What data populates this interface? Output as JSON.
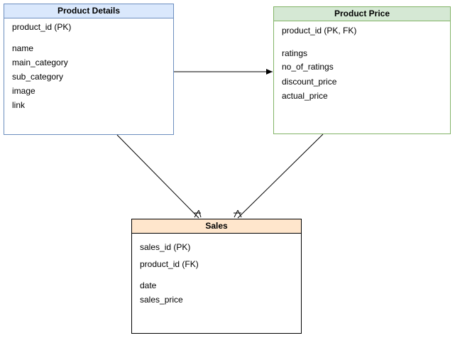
{
  "entities": {
    "product_details": {
      "title": "Product Details",
      "fields": [
        "product_id (PK)",
        "name",
        "main_category",
        "sub_category",
        "image",
        "link"
      ],
      "header_color": "#dae8fc",
      "border_color": "#6c8ebf"
    },
    "product_price": {
      "title": "Product Price",
      "fields": [
        "product_id (PK, FK)",
        "ratings",
        "no_of_ratings",
        "discount_price",
        "actual_price"
      ],
      "header_color": "#d5e8d4",
      "border_color": "#82b366"
    },
    "sales": {
      "title": "Sales",
      "fields": [
        "sales_id (PK)",
        "product_id (FK)",
        "date",
        "sales_price"
      ],
      "header_color": "#ffe6cc",
      "border_color": "#000000"
    }
  },
  "relationships": [
    {
      "from": "product_details",
      "to": "product_price",
      "end": "arrow"
    },
    {
      "from": "product_details",
      "to": "sales",
      "end": "crow-foot-many"
    },
    {
      "from": "product_price",
      "to": "sales",
      "end": "crow-foot-many"
    }
  ]
}
